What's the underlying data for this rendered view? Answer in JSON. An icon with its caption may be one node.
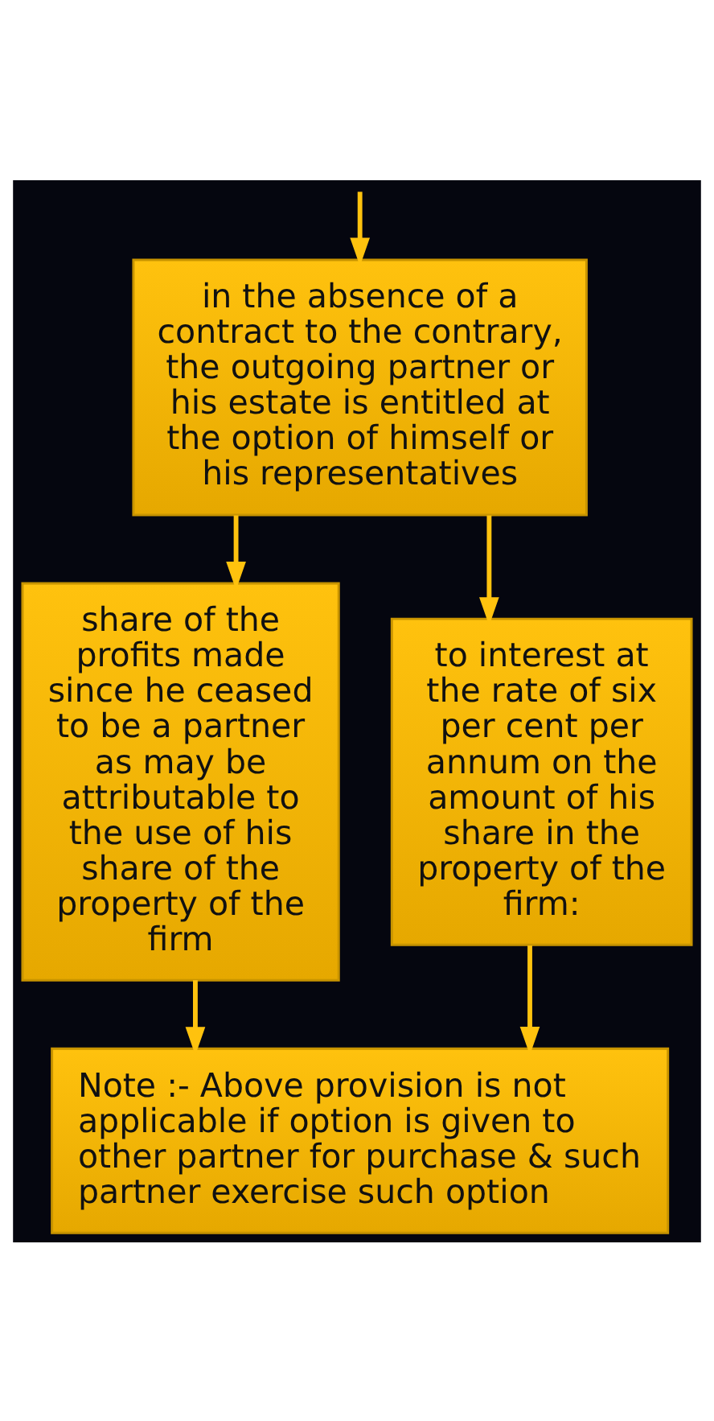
{
  "diagram": {
    "nodes": [
      {
        "text": [
          "in the absence of a contract to the contrary, the outgoing partner or his estate is entitled at the option of himself or his representatives"
        ]
      },
      {
        "text": [
          "share of the profits made since he ceased to be a partner as may be attributable to the use of his share of the property of the firm"
        ]
      },
      {
        "text": [
          "to interest at the rate of six per cent per annum on the amount of his share in the property of the firm:"
        ]
      },
      {
        "text": [
          "Note :- Above provision is not applicable if option is given to other partner for purchase & such partner exercise such option"
        ]
      }
    ],
    "edges": [
      {
        "from": null,
        "to": 0,
        "arrow": "to"
      },
      {
        "from": 0,
        "to": 1,
        "arrow": "to"
      },
      {
        "from": 0,
        "to": 2,
        "arrow": "to"
      },
      {
        "from": 1,
        "to": 3,
        "arrow": "to"
      },
      {
        "from": 2,
        "to": 3,
        "arrow": "to"
      }
    ]
  }
}
